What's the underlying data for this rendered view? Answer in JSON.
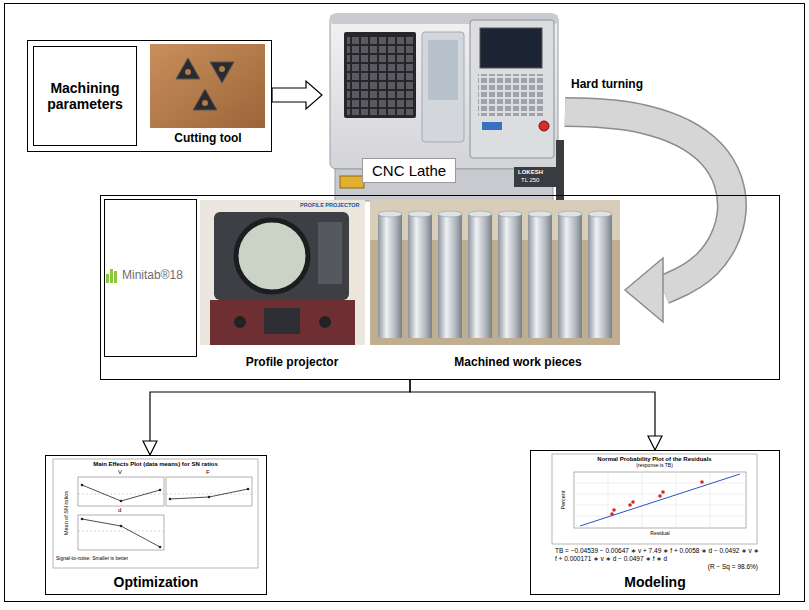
{
  "diagram": {
    "nodes": [
      {
        "text": [
          "Cutting tool"
        ]
      },
      {
        "text": [
          "Machining parameters"
        ],
        "in": 0
      },
      {
        "text": [
          "CNC Lathe"
        ]
      },
      {
        "text": [
          "Profile projector",
          "Machined work pieces"
        ]
      },
      {
        "text": [
          "Minitab®18"
        ],
        "in": 3
      },
      {
        "text": [
          "Optimization"
        ]
      },
      {
        "text": [
          "Modeling"
        ]
      }
    ],
    "edges": [
      {
        "from": 0,
        "to": 2,
        "arrow": "to"
      },
      {
        "from": 2,
        "to": 3,
        "label": "Hard turning",
        "arrow": "to"
      },
      {
        "from": 3,
        "to": 5,
        "arrow": "to"
      },
      {
        "from": 3,
        "to": 6,
        "arrow": "to"
      }
    ],
    "labels": [
      "PROFILE PROJECTOR",
      "LOKESH",
      "TL 250",
      "Main Effects Plot (data means) for SN ratios",
      "V",
      "F",
      "d",
      "Mean of SN ratios",
      "Signal-to-noise: Smaller is better",
      "Normal Probability Plot of the Residuals",
      "(response is TB)",
      "Percent",
      "Residual",
      "TB = −0.04539 − 0.00647 ∗ v + 7.49 ∗ f + 0.0058 ∗ d − 0.0492 ∗ v ∗ f + 0.000171 ∗ v ∗ d − 0.0497 ∗ f ∗ d",
      "(R − Sq = 98.6%)"
    ]
  }
}
